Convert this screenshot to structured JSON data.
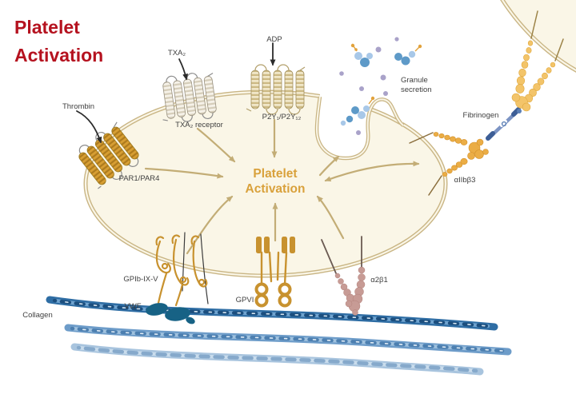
{
  "title": {
    "line1": "Platelet",
    "line2": "Activation"
  },
  "center_text": {
    "line1": "Platelet",
    "line2": "Activation"
  },
  "labels": {
    "thrombin": "Thrombin",
    "txa2": "TXA₂",
    "txa2_receptor": "TXA₂ receptor",
    "adp": "ADP",
    "p2y": "P2Y₁/P2Y₁₂",
    "granule_line1": "Granule",
    "granule_line2": "secretion",
    "fibrinogen": "Fibrinogen",
    "aiibb3": "αIIbβ3",
    "par": "PAR1/PAR4",
    "gpib": "GPIb-IX-V",
    "vwf": "VWF",
    "gpvi": "GPVI",
    "a2b1": "α2β1",
    "collagen": "Collagen"
  },
  "colors": {
    "title_red": "#B5121F",
    "center_gold": "#D9A13B",
    "membrane_tan": "#C9B584",
    "cell_cream": "#FAF6E7",
    "arrow_tan": "#C3AD76",
    "receptor_gold": "#C8922F",
    "integrin_gold": "#EBAD45",
    "partner_integrin_gold": "#F3C469",
    "integrin_pink": "#C79B95",
    "fibrinogen_blue": "#7C94C4",
    "fibrinogen_dark": "#3D5E96",
    "vwf_teal": "#176285",
    "collagen_dark": "#2E6DA4",
    "collagen_mid": "#6D9CC9",
    "collagen_light": "#A8C4DE",
    "granule_blue_light": "#A8C8E8",
    "granule_blue_mid": "#5E9AC8",
    "granule_purple": "#A9A2C9",
    "granule_orange": "#E2A23C",
    "label_gray": "#3f3f3f"
  }
}
